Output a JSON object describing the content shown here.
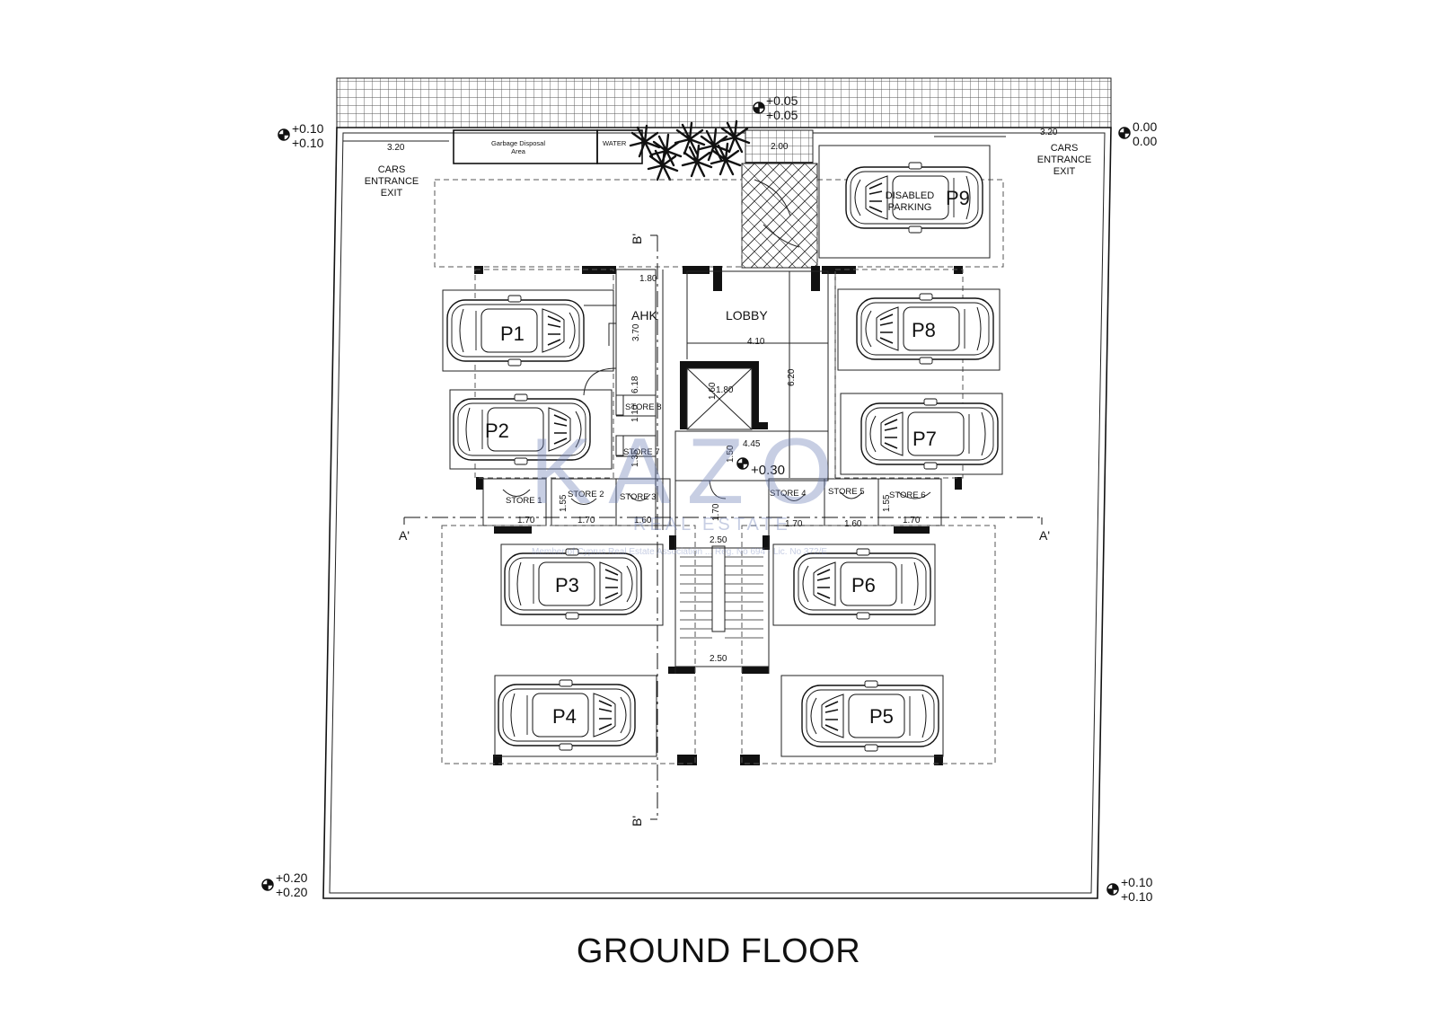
{
  "title": "GROUND FLOOR",
  "watermark": {
    "brand": "KAZO",
    "tagline": "REAL ESTATE",
    "member_line": "Member of Cyprus Real Estate Association ... Reg. No 694 - Lic. No 372/E",
    "color": "#6d7fb8"
  },
  "levels": {
    "top_left": [
      "+0.10",
      "+0.10"
    ],
    "top_mid": [
      "+0.05",
      "+0.05"
    ],
    "top_right": [
      "0.00",
      "0.00"
    ],
    "bottom_left": [
      "+0.20",
      "+0.20"
    ],
    "bottom_right": [
      "+0.10",
      "+0.10"
    ],
    "lobby": "+0.30"
  },
  "labels": {
    "cars_entrance_left": [
      "CARS",
      "ENTRANCE",
      "EXIT"
    ],
    "cars_entrance_right": [
      "CARS",
      "ENTRANCE",
      "EXIT"
    ],
    "garbage": [
      "Garbage Disposal",
      "Area"
    ],
    "water": "WATER",
    "disabled": [
      "DISABLED",
      "PARKING"
    ],
    "ahk": "AHK",
    "lobby": "LOBBY"
  },
  "parking": [
    "P1",
    "P2",
    "P3",
    "P4",
    "P5",
    "P6",
    "P7",
    "P8",
    "P9"
  ],
  "stores": [
    "STORE 1",
    "STORE 2",
    "STORE 3",
    "STORE 4",
    "STORE 5",
    "STORE 6",
    "STORE 7",
    "STORE 8"
  ],
  "sections": {
    "a": "A'",
    "b": "B'"
  },
  "dimensions": {
    "entrance_left": "3.20",
    "entrance_right": "3.20",
    "top_ramp": "2.00",
    "ahk_width": "1.80",
    "ahk_depth": "3.70",
    "corridor_len": "6.18",
    "store8_h": "1.10",
    "store7_h": "1.35",
    "lobby_width": "4.10",
    "lobby_depth": "6.20",
    "lift_w": "1.80",
    "lift_h": "1.60",
    "hall_width": "4.45",
    "hall_depth": "1.50",
    "store1_w": "1.70",
    "store2_w": "1.70",
    "store3_w": "1.60",
    "store_h_left": "1.55",
    "store4_w": "1.70",
    "store5_w": "1.60",
    "store6_w": "1.70",
    "store_h_right": "1.55",
    "stair_top": "2.50",
    "stair_bottom": "2.50",
    "stair_h": "1.70"
  }
}
